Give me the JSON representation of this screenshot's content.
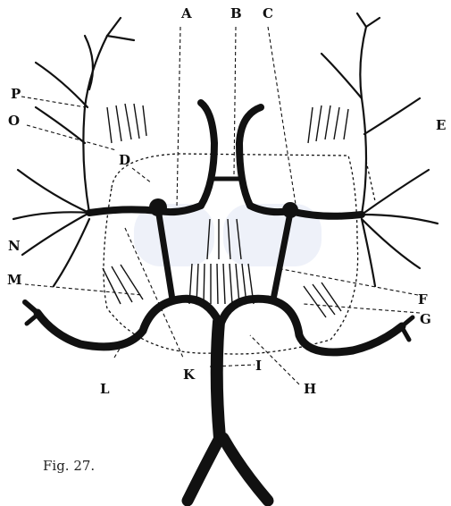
{
  "figure": {
    "caption": "Fig. 27.",
    "labels": {
      "A": "A",
      "B": "B",
      "C": "C",
      "D": "D",
      "E": "E",
      "F": "F",
      "G": "G",
      "H": "H",
      "I": "I",
      "K": "K",
      "L": "L",
      "M": "M",
      "N": "N",
      "O": "O",
      "P": "P"
    },
    "colors": {
      "ink": "#111111",
      "paper": "#ffffff",
      "watermark": "#cfd8ee"
    }
  }
}
